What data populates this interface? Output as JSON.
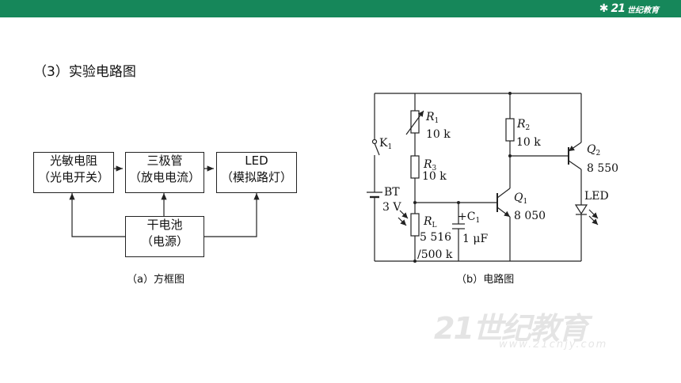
{
  "logo": {
    "mark": "✱",
    "number": "21",
    "text": "世纪教育"
  },
  "heading": "（3）实验电路图",
  "block_diagram": {
    "box1": {
      "line1": "光敏电阻",
      "line2": "（光电开关）"
    },
    "box2": {
      "line1": "三极管",
      "line2": "（放电电流）"
    },
    "box3": {
      "line1": "LED",
      "line2": "（模拟路灯）"
    },
    "box4": {
      "line1": "干电池",
      "line2": "（电源）"
    },
    "caption": "（a）方框图"
  },
  "circuit": {
    "k1": "K",
    "k1_sub": "1",
    "r1": "R",
    "r1_sub": "1",
    "r1_value": "10 k",
    "r3": "R",
    "r3_sub": "3",
    "r3_value": "10 k",
    "r2": "R",
    "r2_sub": "2",
    "r2_value": "10 k",
    "bt": "BT",
    "bt_value": "3 V",
    "rl": "R",
    "rl_sub": "L",
    "rl_value1": "5 516",
    "rl_value2": "/500 k",
    "c1": "+C",
    "c1_sub": "1",
    "c1_value": "1 μF",
    "q1": "Q",
    "q1_sub": "1",
    "q1_value": "8 050",
    "q2": "Q",
    "q2_sub": "2",
    "q2_value": "8 550",
    "led": "LED",
    "caption": "（b）电路图"
  },
  "watermark": {
    "big": "21世纪教育",
    "small": "www.21cnjy.com"
  }
}
